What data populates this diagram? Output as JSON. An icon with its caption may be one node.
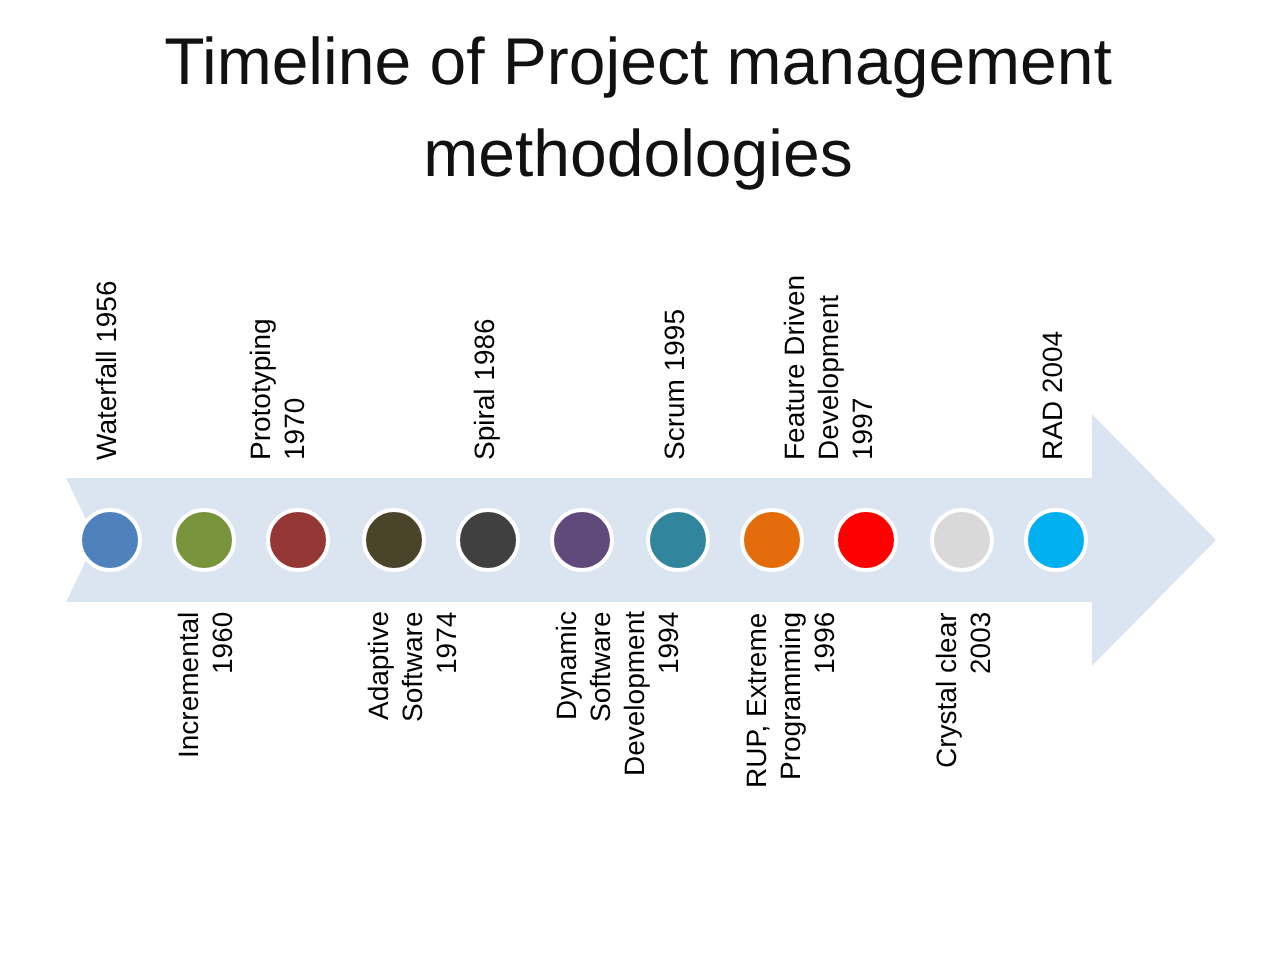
{
  "diagram": {
    "title": "Timeline of Project management methodologies",
    "nodes": [
      {
        "text": [],
        "shape": "arrow"
      },
      {
        "text": [],
        "shape": "circle",
        "in": 0,
        "beside": [
          "Waterfall 1956"
        ]
      },
      {
        "text": [],
        "shape": "circle",
        "in": 0,
        "beside": [
          "Incremental 1960"
        ]
      },
      {
        "text": [],
        "shape": "circle",
        "in": 0,
        "beside": [
          "Prototyping 1970"
        ]
      },
      {
        "text": [],
        "shape": "circle",
        "in": 0,
        "beside": [
          "Adaptive Software 1974"
        ]
      },
      {
        "text": [],
        "shape": "circle",
        "in": 0,
        "beside": [
          "Spiral 1986"
        ]
      },
      {
        "text": [],
        "shape": "circle",
        "in": 0,
        "beside": [
          "Dynamic Software Development 1994"
        ]
      },
      {
        "text": [],
        "shape": "circle",
        "in": 0,
        "beside": [
          "Scrum 1995"
        ]
      },
      {
        "text": [],
        "shape": "circle",
        "in": 0,
        "beside": [
          "RUP, Extreme Programming 1996"
        ]
      },
      {
        "text": [],
        "shape": "circle",
        "in": 0,
        "beside": [
          "Feature Driven Development 1997"
        ]
      },
      {
        "text": [],
        "shape": "circle",
        "in": 0,
        "beside": [
          "Crystal clear 2003"
        ]
      },
      {
        "text": [],
        "shape": "circle",
        "in": 0,
        "beside": [
          "RAD 2004"
        ]
      }
    ]
  }
}
